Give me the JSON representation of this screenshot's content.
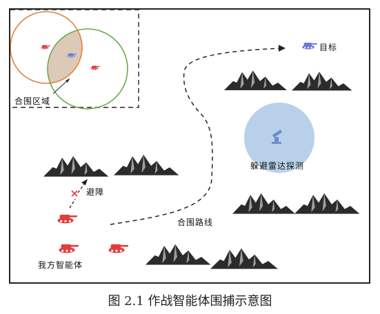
{
  "labels": {
    "encircle_region": "合围区域",
    "target": "目标",
    "radar_evasion": "躲避雷达探测",
    "obstacle_avoidance": "避障",
    "encircle_route": "合围路线",
    "own_agents": "我方智能体"
  },
  "caption": "图 2.1 作战智能体围捕示意图",
  "colors": {
    "own_tank": "#e23b3b",
    "target_tank": "#6b78d8",
    "circle_orange": "#e0813a",
    "circle_green": "#6aa84f",
    "overlap_fill": "#d9c3b0",
    "radar_fill": "#b8d0ea",
    "mountain": "#2b2b2b"
  },
  "icons": [
    "tank-icon",
    "mountain-icon",
    "radar-icon",
    "x-mark-icon",
    "arrowhead-icon"
  ]
}
